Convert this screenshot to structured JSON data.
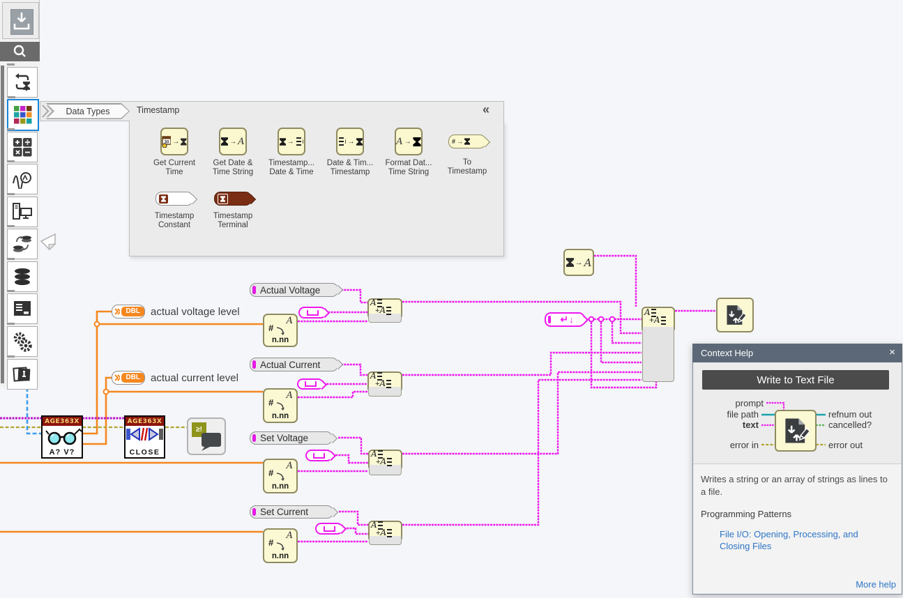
{
  "palette": {
    "breadcrumb": {
      "level1": "Data Types",
      "level2": "Timestamp"
    },
    "collapse": "«",
    "items": [
      {
        "line1": "Get Current",
        "line2": "Time"
      },
      {
        "line1": "Get Date &",
        "line2": "Time String"
      },
      {
        "line1": "Timestamp...",
        "line2": "Date & Time"
      },
      {
        "line1": "Date & Tim...",
        "line2": "Timestamp"
      },
      {
        "line1": "Format Dat...",
        "line2": "Time String"
      },
      {
        "line1": "To",
        "line2": "Timestamp"
      }
    ],
    "row2": [
      {
        "line1": "Timestamp",
        "line2": "Constant"
      },
      {
        "line1": "Timestamp",
        "line2": "Terminal"
      }
    ]
  },
  "glyphs": {
    "hash": "#",
    "italic_a": "A",
    "nnn": "n.nn",
    "plus": "+",
    "arrow": "→",
    "dbl": "DBL",
    "return_arrow": "↵",
    "down_arrow": "↓",
    "cal_30": "30",
    "alert": "≥!",
    "i": "i"
  },
  "diagram": {
    "rows": [
      {
        "constant": "Actual Voltage",
        "terminal_label": "actual voltage level"
      },
      {
        "constant": "Actual Current",
        "terminal_label": "actual current level"
      },
      {
        "constant": "Set Voltage"
      },
      {
        "constant": "Set Current"
      }
    ],
    "instrument": {
      "banner": "AGE363X",
      "read_caption": "A? V?",
      "close_caption": "CLOSE"
    }
  },
  "context_help": {
    "title": "Context Help",
    "close": "×",
    "node_title": "Write to Text File",
    "inputs": {
      "prompt": "prompt",
      "file_path": "file path",
      "text": "text",
      "error_in": "error in"
    },
    "outputs": {
      "refnum_out": "refnum out",
      "cancelled": "cancelled?",
      "error_out": "error out"
    },
    "description": "Writes a string or an array of strings as lines to a file.",
    "patterns_heading": "Programming Patterns",
    "pattern_link": "File I/O: Opening, Processing, and Closing Files",
    "more_help": "More help"
  },
  "colors": {
    "string_wire": "#ee19ee",
    "numeric_wire": "#f5871f",
    "error_wire": "#b2a62e",
    "visa_wire": "#bb16cc",
    "refnum_wire": "#3f9ceb",
    "teal_wire": "#17a2ad",
    "boolean_wire": "#3fae3f",
    "selected_accent": "#1884d9"
  }
}
